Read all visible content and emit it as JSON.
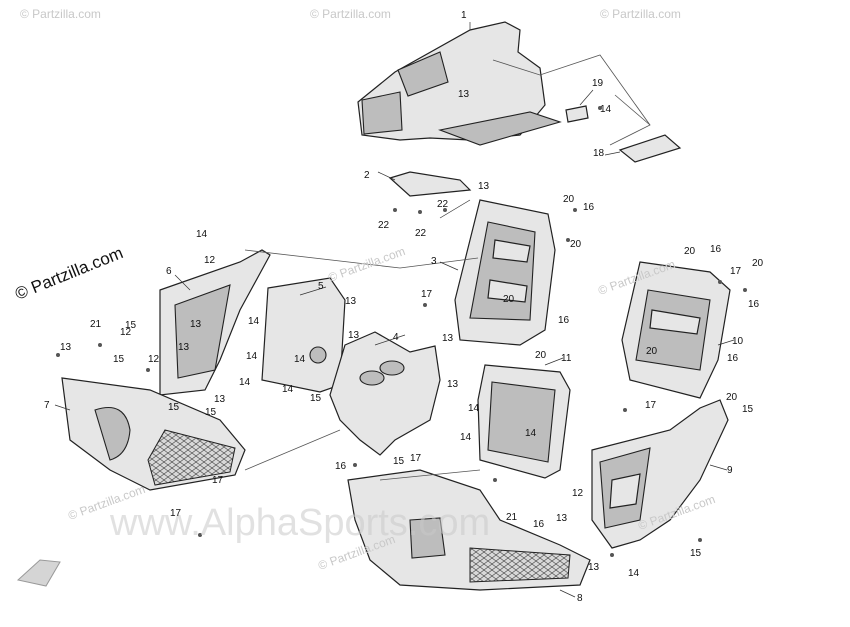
{
  "watermarks": {
    "copyright_main": "© Partzilla.com",
    "copyright_small": "© Partzilla.com",
    "alpha": "www.AlphaSports.com"
  },
  "callouts": {
    "c1": "1",
    "c2": "2",
    "c3": "3",
    "c4": "4",
    "c5": "5",
    "c6": "6",
    "c7": "7",
    "c8": "8",
    "c9": "9",
    "c10": "10",
    "c11": "11",
    "c12": "12",
    "c13": "13",
    "c14": "14",
    "c15": "15",
    "c16": "16",
    "c17": "17",
    "c18": "18",
    "c19": "19",
    "c20": "20",
    "c21": "21",
    "c22": "22"
  }
}
